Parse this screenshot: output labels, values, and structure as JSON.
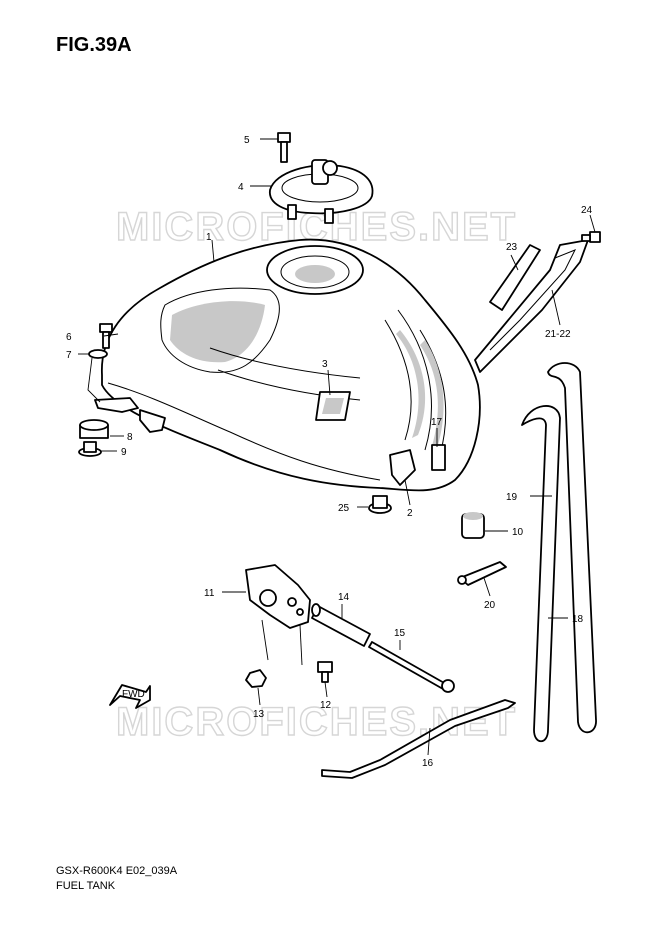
{
  "figure": {
    "title": "FIG.39A",
    "model_code": "GSX-R600K4 E02_039A",
    "caption": "FUEL TANK",
    "watermark": "MICROFICHES.NET",
    "fwd_label": "FWD"
  },
  "callouts": {
    "c1": "1",
    "c2": "2",
    "c3": "3",
    "c4": "4",
    "c5": "5",
    "c6": "6",
    "c7": "7",
    "c8": "8",
    "c9": "9",
    "c10": "10",
    "c11": "11",
    "c12": "12",
    "c13": "13",
    "c14": "14",
    "c15": "15",
    "c16": "16",
    "c17": "17",
    "c18": "18",
    "c19": "19",
    "c20": "20",
    "c21_22": "21-22",
    "c23": "23",
    "c24": "24",
    "c25": "25"
  },
  "colors": {
    "line": "#000000",
    "shade": "#c8c8c8",
    "watermark": "#d6d6d6"
  }
}
